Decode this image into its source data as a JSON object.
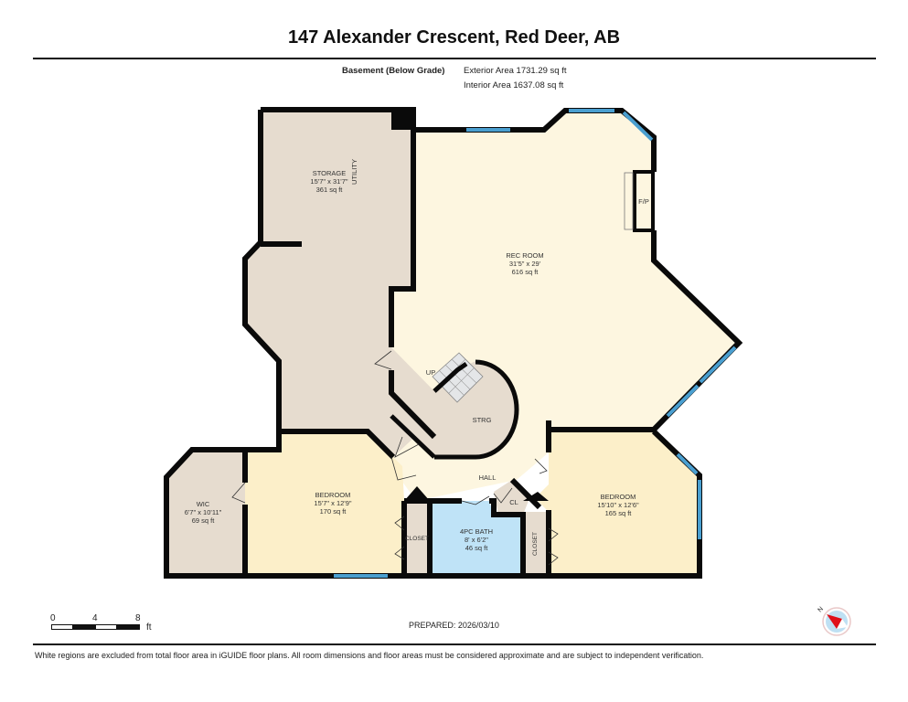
{
  "header": {
    "title": "147 Alexander Crescent, Red Deer, AB",
    "floor_label": "Basement (Below Grade)",
    "exterior_area": "Exterior Area 1731.29 sq ft",
    "interior_area": "Interior Area 1637.08 sq ft"
  },
  "rooms": [
    {
      "name": "STORAGE",
      "dimensions": "15'7\" x 31'7\"",
      "area": "361 sq ft"
    },
    {
      "name": "REC ROOM",
      "dimensions": "31'5\" x 29'",
      "area": "616 sq ft"
    },
    {
      "name": "BEDROOM",
      "dimensions": "15'7\" x 12'9\"",
      "area": "170 sq ft"
    },
    {
      "name": "WIC",
      "dimensions": "6'7\" x 10'11\"",
      "area": "69 sq ft"
    },
    {
      "name": "4PC BATH",
      "dimensions": "8' x 6'2\"",
      "area": "46 sq ft"
    },
    {
      "name": "BEDROOM",
      "dimensions": "15'10\" x 12'6\"",
      "area": "165 sq ft"
    }
  ],
  "labels": {
    "utility": "UTILITY",
    "fireplace": "F/P",
    "stairs_up": "UP",
    "strg": "STRG",
    "hall": "HALL",
    "cl": "CL",
    "closet_left": "CLOSET",
    "closet_right": "CLOSET"
  },
  "scale": {
    "ticks": [
      "0",
      "4",
      "8"
    ],
    "unit": "ft"
  },
  "compass": {
    "north_label": "N"
  },
  "footer": {
    "prepared": "PREPARED: 2026/03/10",
    "disclaimer": "White regions are excluded from total floor area in iGUIDE floor plans. All room dimensions and floor areas must be considered approximate and are subject to independent verification."
  },
  "colors": {
    "wall": "#0a0a0a",
    "window": "#4a9fd0",
    "rec_room_fill": "#fdf6e0",
    "bedroom_fill": "#fcefc9",
    "storage_fill": "#e6dccf",
    "bath_fill": "#bfe3f7",
    "stairs_fill": "#e4e6e8"
  }
}
